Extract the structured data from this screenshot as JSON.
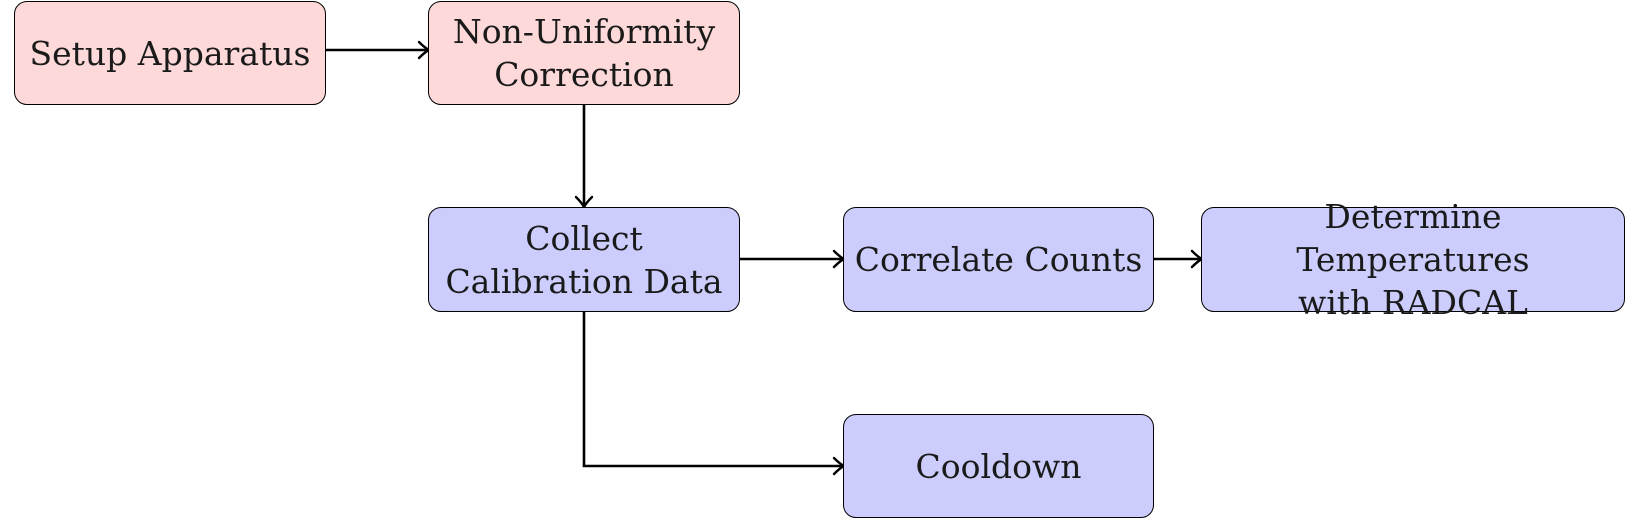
{
  "colors": {
    "phase_setup_fill": "#fdd9d9",
    "phase_measure_fill": "#cccdfc",
    "stroke": "#000000",
    "text": "#1a1a1a"
  },
  "nodes": {
    "setup_apparatus": {
      "label": "Setup Apparatus",
      "phase": "setup"
    },
    "non_uniformity_correction": {
      "line1": "Non-Uniformity",
      "line2": "Correction",
      "phase": "setup"
    },
    "collect_calibration_data": {
      "line1": "Collect",
      "line2": "Calibration Data",
      "phase": "measure"
    },
    "correlate_counts": {
      "label": "Correlate Counts",
      "phase": "measure"
    },
    "determine_temperatures": {
      "line1": "Determine Temperatures",
      "line2": "with RADCAL",
      "phase": "measure"
    },
    "cooldown": {
      "label": "Cooldown",
      "phase": "measure"
    }
  },
  "edges": [
    {
      "from": "setup_apparatus",
      "to": "non_uniformity_correction"
    },
    {
      "from": "non_uniformity_correction",
      "to": "collect_calibration_data"
    },
    {
      "from": "collect_calibration_data",
      "to": "correlate_counts"
    },
    {
      "from": "correlate_counts",
      "to": "determine_temperatures"
    },
    {
      "from": "collect_calibration_data",
      "to": "cooldown"
    }
  ]
}
